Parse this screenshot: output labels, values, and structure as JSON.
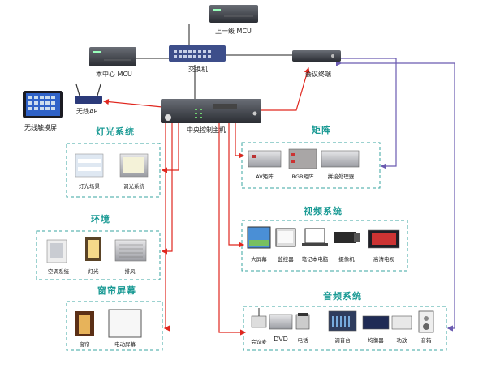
{
  "top": {
    "upper_mcu": "上一级 MCU",
    "local_mcu": "本中心 MCU",
    "switch": "交换机",
    "conf_terminal": "会议终端",
    "wireless_ap": "无线AP",
    "touch_screen": "无线触摸屏",
    "central_host": "中央控制主机"
  },
  "lighting": {
    "title": "灯光系统",
    "items": [
      "灯光场景",
      "调光系统"
    ]
  },
  "environment": {
    "title": "环境",
    "items": [
      "空调系统",
      "灯光",
      "排风"
    ]
  },
  "curtain": {
    "title": "窗帘屏幕",
    "items": [
      "窗帘",
      "电动屏幕"
    ]
  },
  "matrix": {
    "title": "矩阵",
    "items": [
      "AV矩阵",
      "RGB矩阵",
      "拼接处理器"
    ]
  },
  "video": {
    "title": "视频系统",
    "items": [
      "大屏幕",
      "监控器",
      "笔记本电脑",
      "摄像机",
      "高清电视"
    ]
  },
  "audio": {
    "title": "音频系统",
    "items": [
      "会议麦",
      "DVD",
      "电话",
      "调音台",
      "均衡器",
      "功放",
      "音箱"
    ]
  },
  "colors": {
    "accent": "#1a9a94",
    "link_red": "#e0271f",
    "link_purple": "#6a5ab0",
    "box_border": "#3aa6a0"
  }
}
